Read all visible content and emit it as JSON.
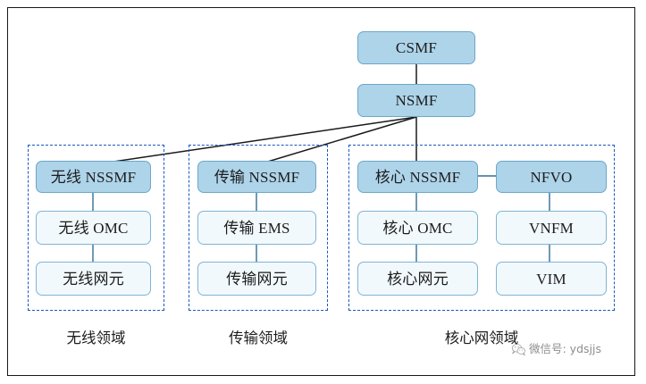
{
  "figure": {
    "title_present": false,
    "frame_color": "#17181a",
    "accent_fill": "#aed4ea",
    "accent_border": "#6ba7c9",
    "light_fill": "#f2f9fc",
    "light_border": "#7fb4d4",
    "dashed_color": "#1b57bf",
    "wire_color": "#2f6f96",
    "top_wire_color": "#1a1a1a"
  },
  "top_nodes": [
    {
      "id": "csmf",
      "label": "CSMF",
      "style": "filled"
    },
    {
      "id": "nsmf",
      "label": "NSMF",
      "style": "filled"
    }
  ],
  "domains": [
    {
      "id": "radio",
      "caption": "无线领域",
      "columns": [
        {
          "id": "radio-main",
          "nodes": [
            {
              "id": "radio-nssmf",
              "label": "无线 NSSMF",
              "style": "filled"
            },
            {
              "id": "radio-omc",
              "label": "无线 OMC",
              "style": "light"
            },
            {
              "id": "radio-ne",
              "label": "无线网元",
              "style": "light"
            }
          ]
        }
      ]
    },
    {
      "id": "transport",
      "caption": "传输领域",
      "columns": [
        {
          "id": "transport-main",
          "nodes": [
            {
              "id": "transport-nssmf",
              "label": "传输 NSSMF",
              "style": "filled"
            },
            {
              "id": "transport-ems",
              "label": "传输 EMS",
              "style": "light"
            },
            {
              "id": "transport-ne",
              "label": "传输网元",
              "style": "light"
            }
          ]
        }
      ]
    },
    {
      "id": "core",
      "caption": "核心网领域",
      "columns": [
        {
          "id": "core-main",
          "nodes": [
            {
              "id": "core-nssmf",
              "label": "核心 NSSMF",
              "style": "filled"
            },
            {
              "id": "core-omc",
              "label": "核心 OMC",
              "style": "light"
            },
            {
              "id": "core-ne",
              "label": "核心网元",
              "style": "light"
            }
          ]
        },
        {
          "id": "core-nfv",
          "nodes": [
            {
              "id": "nfvo",
              "label": "NFVO",
              "style": "filled"
            },
            {
              "id": "vnfm",
              "label": "VNFM",
              "style": "light"
            },
            {
              "id": "vim",
              "label": "VIM",
              "style": "light"
            }
          ]
        }
      ]
    }
  ],
  "watermark": {
    "text": "微信号: ydsjjs",
    "logo": "wechat-icon"
  }
}
